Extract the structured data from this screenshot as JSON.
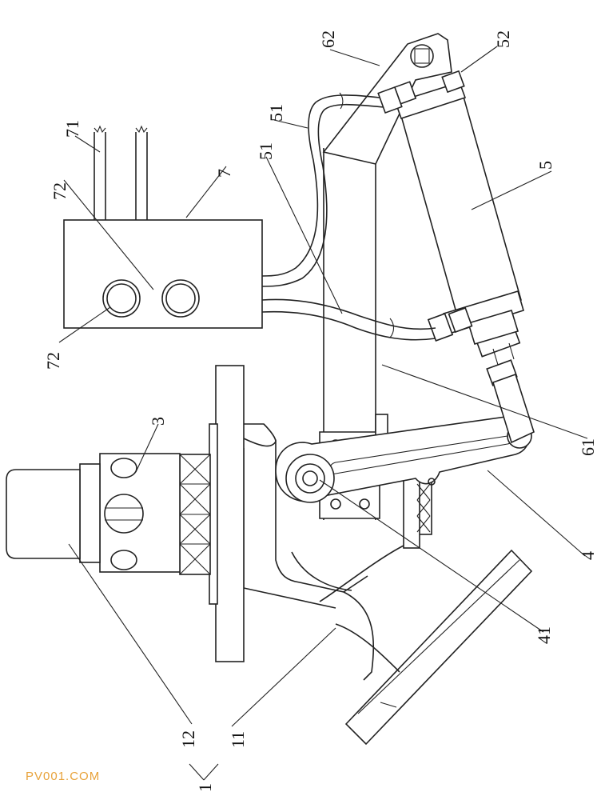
{
  "watermark": "PV001.COM",
  "labels": {
    "l1": "1",
    "l3": "3",
    "l4": "4",
    "l5": "5",
    "l7": "7",
    "l11": "11",
    "l12": "12",
    "l41": "41",
    "l51a": "51",
    "l51b": "51",
    "l52": "52",
    "l61": "61",
    "l62": "62",
    "l71": "71",
    "l72a": "72",
    "l72b": "72"
  }
}
